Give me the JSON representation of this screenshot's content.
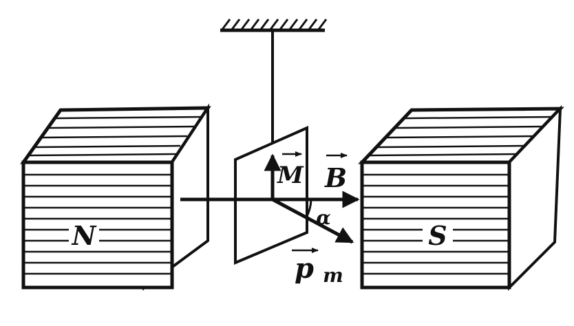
{
  "labels": {
    "north_pole": "N",
    "south_pole": "S",
    "torque": "M",
    "field": "B",
    "moment_main": "p",
    "moment_sub": "m",
    "angle": "α"
  },
  "colors": {
    "ink": "#111111",
    "background": "#ffffff"
  }
}
